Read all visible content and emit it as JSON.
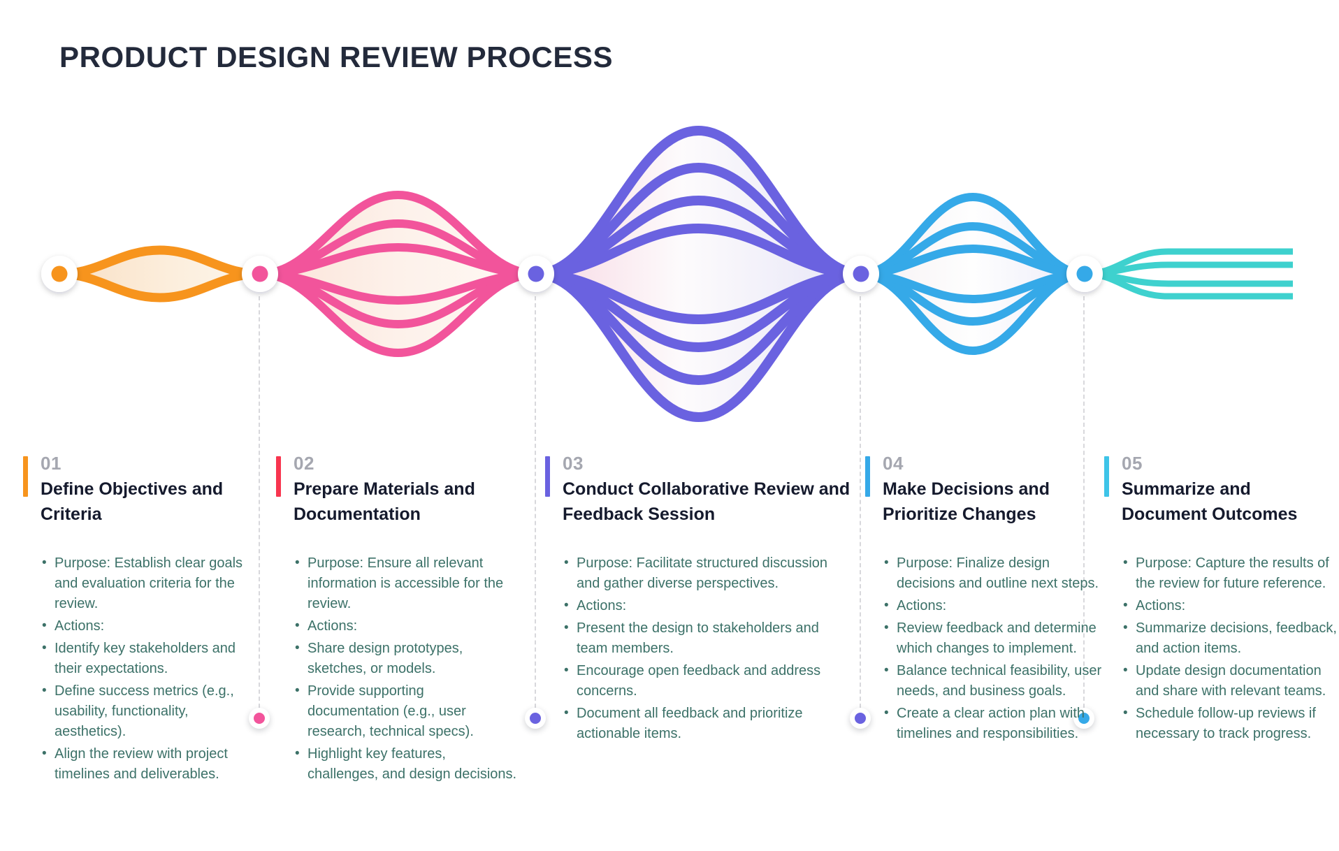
{
  "title": "PRODUCT DESIGN REVIEW PROCESS",
  "colors": {
    "title": "#232A3B",
    "heading": "#151A2D",
    "number": "#A5A7B0",
    "bullet": "#3C7168",
    "dash": "#D8D8DC",
    "orange": "#F7941D",
    "pink": "#F2549B",
    "purple": "#6A62E0",
    "blue": "#35A9E8",
    "teal": "#3ED1CE"
  },
  "timeline": {
    "node_colors": [
      "#F7941D",
      "#F2549B",
      "#6A62E0",
      "#6A62E0",
      "#35A9E8"
    ],
    "divider_dot_colors": [
      "#F2549B",
      "#6A62E0",
      "#6A62E0",
      "#35A9E8"
    ]
  },
  "steps": [
    {
      "number": "01",
      "title": "Define Objectives and Criteria",
      "accent": "#F7941D",
      "bullets": [
        "Purpose: Establish clear goals and evaluation criteria for the review.",
        "Actions:",
        "Identify key stakeholders and their expectations.",
        "Define success metrics (e.g., usability, functionality, aesthetics).",
        "Align the review with project timelines and deliverables."
      ]
    },
    {
      "number": "02",
      "title": "Prepare Materials and Documentation",
      "accent": "#F8354F",
      "bullets": [
        "Purpose: Ensure all relevant information is accessible for the review.",
        "Actions:",
        "Share design prototypes, sketches, or models.",
        "Provide supporting documentation (e.g., user research, technical specs).",
        "Highlight key features, challenges, and design decisions."
      ]
    },
    {
      "number": "03",
      "title": "Conduct Collaborative Review and Feedback Session",
      "accent": "#6A62E0",
      "bullets": [
        "Purpose: Facilitate structured discussion and gather diverse perspectives.",
        "Actions:",
        "Present the design to stakeholders and team members.",
        "Encourage open feedback and address concerns.",
        "Document all feedback and prioritize actionable items."
      ]
    },
    {
      "number": "04",
      "title": "Make Decisions and Prioritize Changes",
      "accent": "#35A9E8",
      "bullets": [
        "Purpose: Finalize design decisions and outline next steps.",
        "Actions:",
        "Review feedback and determine which changes to implement.",
        "Balance technical feasibility, user needs, and business goals.",
        "Create a clear action plan with timelines and responsibilities."
      ]
    },
    {
      "number": "05",
      "title": "Summarize and Document Outcomes",
      "accent": "#3EC4E8",
      "bullets": [
        "Purpose: Capture the results of the review for future reference.",
        "Actions:",
        "Summarize decisions, feedback, and action items.",
        "Update design documentation and share with relevant teams.",
        "Schedule follow-up reviews if necessary to track progress."
      ]
    }
  ]
}
